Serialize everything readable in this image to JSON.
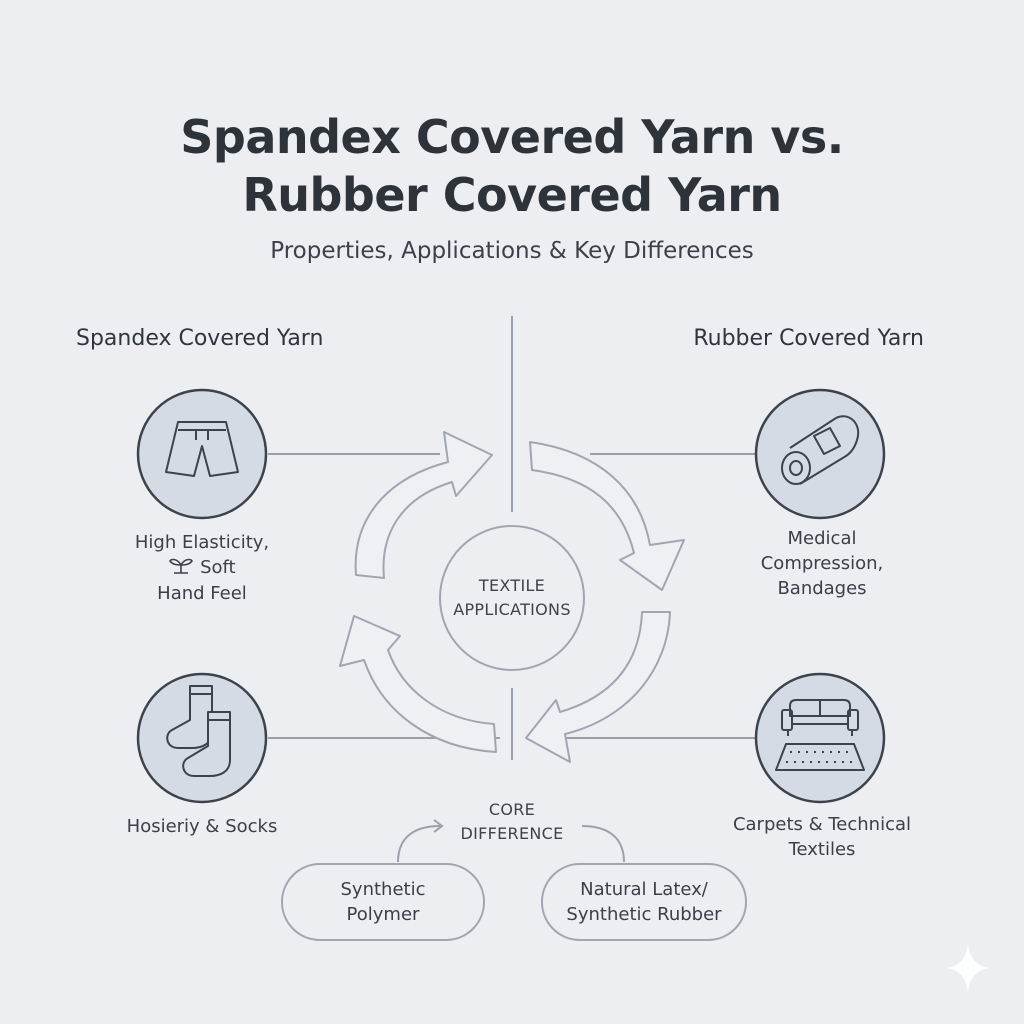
{
  "header": {
    "title_line1": "Spandex Covered Yarn vs.",
    "title_line2": "Rubber Covered Yarn",
    "subtitle": "Properties, Applications & Key Differences"
  },
  "columns": {
    "left_heading": "Spandex Covered Yarn",
    "right_heading": "Rubber Covered Yarn"
  },
  "left_items": [
    {
      "icon": "shorts-icon",
      "caption_lines": [
        "High Elasticity,",
        "Soft",
        "Hand Feel"
      ],
      "inline_icon": "sprout-icon"
    },
    {
      "icon": "socks-icon",
      "caption_lines": [
        "Hosieriy & Socks"
      ]
    }
  ],
  "right_items": [
    {
      "icon": "bandage-roll-icon",
      "caption_lines": [
        "Medical",
        "Compression,",
        "Bandages"
      ]
    },
    {
      "icon": "sofa-carpet-icon",
      "caption_lines": [
        "Carpets & Technical",
        "Textiles"
      ]
    }
  ],
  "center": {
    "lines": [
      "TEXTILE",
      "APPLICATIONS"
    ]
  },
  "core": {
    "lines": [
      "CORE",
      "DIFFERENCE"
    ],
    "left_pill": [
      "Synthetic",
      "Polymer"
    ],
    "right_pill": [
      "Natural Latex/",
      "Synthetic Rubber"
    ]
  },
  "colors": {
    "background": "#eceef2",
    "line": "#9aa1ab",
    "circle_fill": "#d5dbe4",
    "circle_stroke": "#3c434b",
    "text": "#2c333b"
  }
}
